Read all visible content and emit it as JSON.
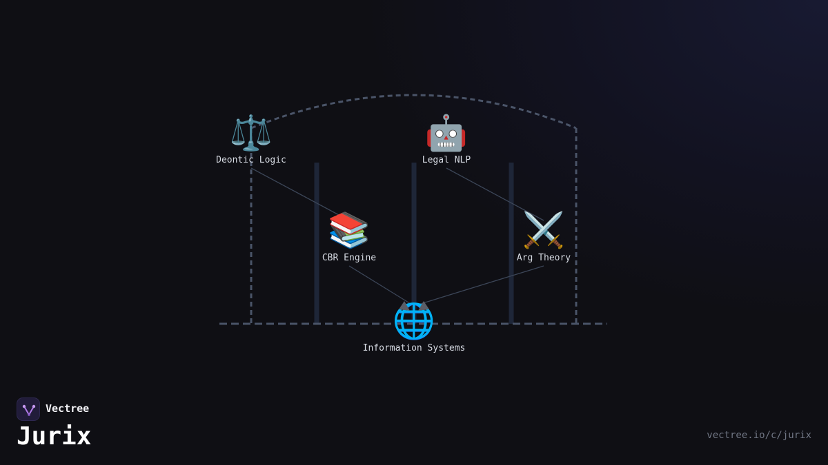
{
  "diagram": {
    "nodes": [
      {
        "id": "deontic",
        "icon": "⚖️",
        "icon_name": "scales-icon",
        "label": "Deontic Logic"
      },
      {
        "id": "nlp",
        "icon": "🤖",
        "icon_name": "robot-icon",
        "label": "Legal NLP"
      },
      {
        "id": "cbr",
        "icon": "📚",
        "icon_name": "books-icon",
        "label": "CBR Engine"
      },
      {
        "id": "arg",
        "icon": "⚔️",
        "icon_name": "crossed-swords-icon",
        "label": "Arg Theory"
      },
      {
        "id": "infosys",
        "icon": "🌐",
        "icon_name": "globe-icon",
        "label": "Information Systems"
      }
    ],
    "edges": [
      {
        "from": "deontic",
        "to": "cbr"
      },
      {
        "from": "nlp",
        "to": "arg"
      },
      {
        "from": "cbr",
        "to": "infosys"
      },
      {
        "from": "arg",
        "to": "infosys"
      }
    ],
    "colors": {
      "frame": "#4a5468",
      "pillar": "#1e2638",
      "edge": "#3c4658",
      "label": "#d7dbe3"
    }
  },
  "brand": {
    "name": "Vectree",
    "logo_icon": "vectree-logo-icon",
    "accent": "#b07ae8"
  },
  "page_title": "Jurix",
  "site_url": "vectree.io/c/jurix"
}
